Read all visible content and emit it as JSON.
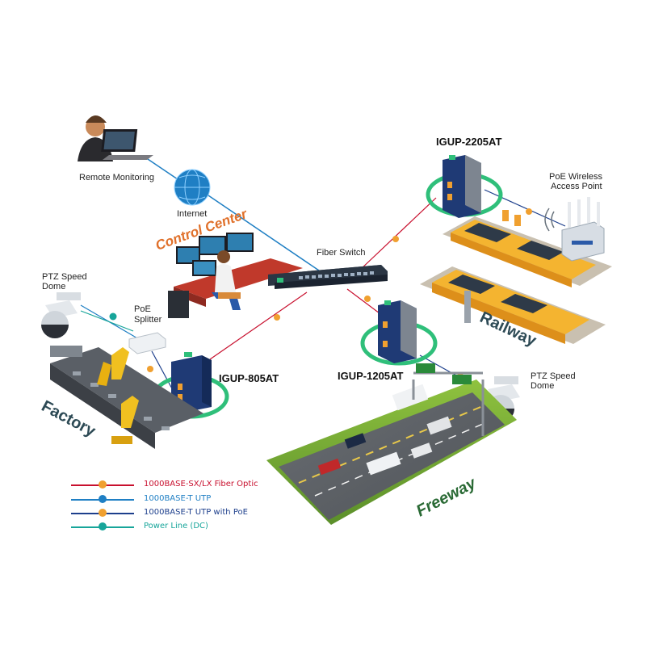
{
  "labels": {
    "remote_monitoring": "Remote Monitoring",
    "internet": "Internet",
    "control_center": "Control Center",
    "fiber_switch": "Fiber Switch",
    "ptz_left": [
      "PTZ Speed",
      "Dome"
    ],
    "poe_splitter": [
      "PoE",
      "Splitter"
    ],
    "igup_805at": "IGUP-805AT",
    "igup_2205at": "IGUP-2205AT",
    "igup_1205at": "IGUP-1205AT",
    "poe_ap": [
      "PoE Wireless",
      "Access Point"
    ],
    "ptz_right": [
      "PTZ Speed",
      "Dome"
    ],
    "factory": "Factory",
    "railway": "Railway",
    "freeway": "Freeway"
  },
  "legend": [
    {
      "text": "1000BASE-SX/LX Fiber Optic",
      "line_color": "#c8102e",
      "dot_color": "#f0a030",
      "text_color": "#c8102e"
    },
    {
      "text": "1000BASE-T UTP",
      "line_color": "#1f7fc4",
      "dot_color": "#1f7fc4",
      "text_color": "#1f7fc4"
    },
    {
      "text": "1000BASE-T UTP with PoE",
      "line_color": "#1d3f8c",
      "dot_color": "#f0a030",
      "text_color": "#1d3f8c"
    },
    {
      "text": "Power Line (DC)",
      "line_color": "#17a59a",
      "dot_color": "#17a59a",
      "text_color": "#17a59a"
    }
  ],
  "colors": {
    "fiber": "#c8102e",
    "utp": "#1f7fc4",
    "poe": "#1d3f8c",
    "dc": "#17a59a",
    "ring": "#2fbf7a",
    "device_blue": "#1f3a75"
  }
}
